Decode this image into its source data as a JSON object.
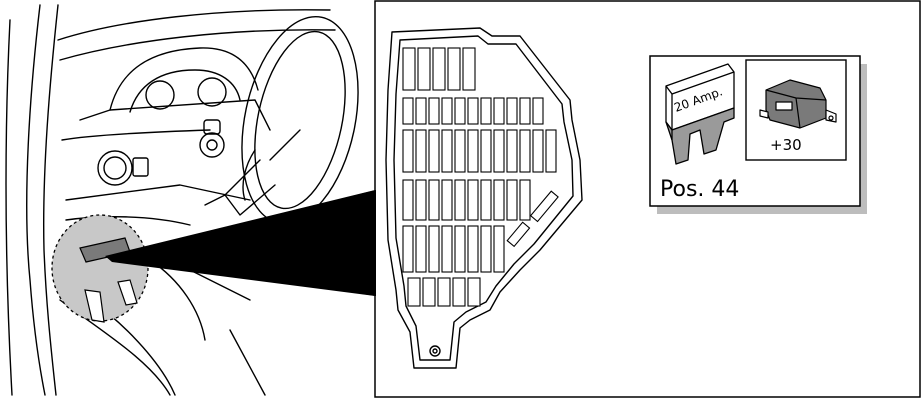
{
  "fuse_info": {
    "fuse_rating": "20 Amp.",
    "terminal_label": "+30",
    "position_label": "Pos. 44"
  },
  "colors": {
    "line": "#000000",
    "highlight": "#c8c8c8",
    "callout_fill": "#000000",
    "component_fill": "#7a7a7a",
    "shadow": "#bdbdbd"
  },
  "icons": [
    "fuse-icon",
    "relay-connector-icon",
    "fuse-box-cover",
    "dashboard-illustration"
  ]
}
